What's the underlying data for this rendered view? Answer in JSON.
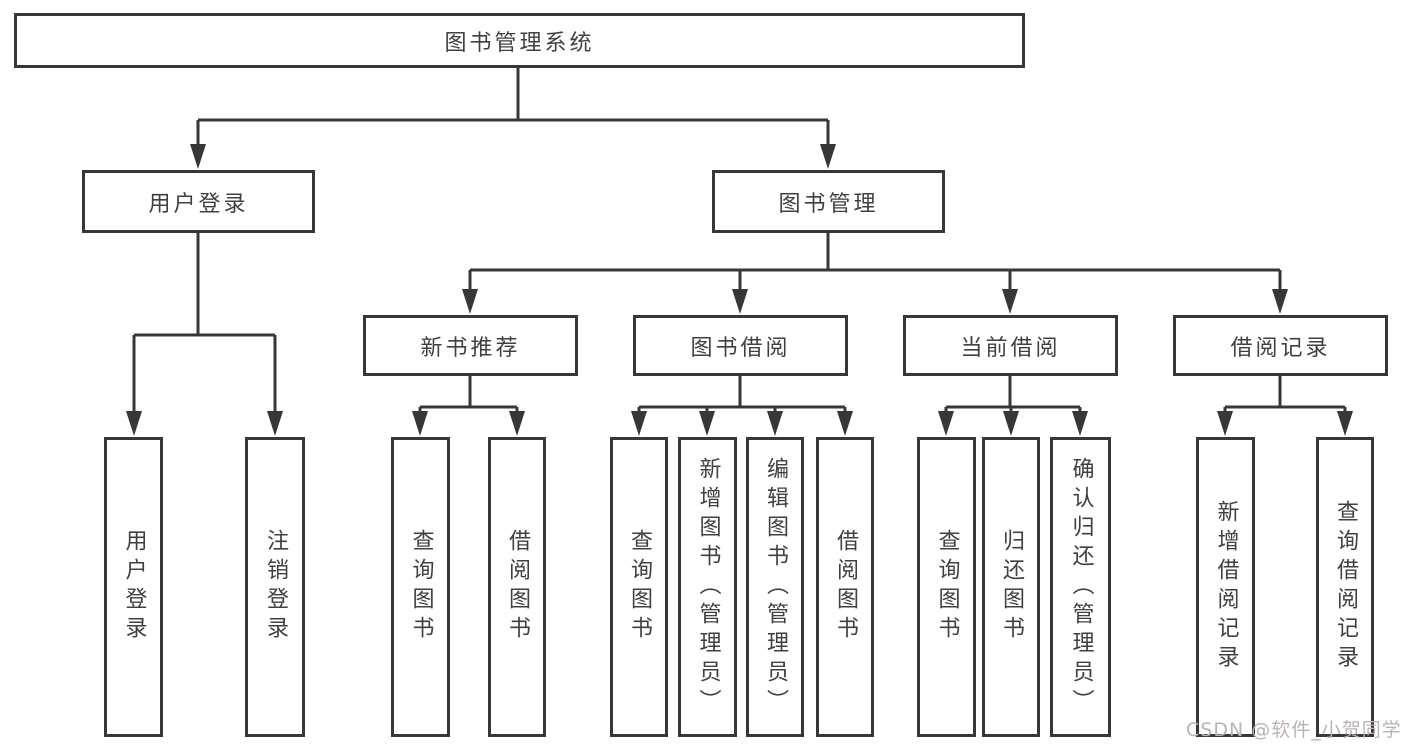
{
  "diagram": {
    "root": {
      "label": "图书管理系统"
    },
    "level2": [
      {
        "label": "用户登录"
      },
      {
        "label": "图书管理"
      }
    ],
    "level3": [
      {
        "label": "新书推荐",
        "parent": "图书管理"
      },
      {
        "label": "图书借阅",
        "parent": "图书管理"
      },
      {
        "label": "当前借阅",
        "parent": "图书管理"
      },
      {
        "label": "借阅记录",
        "parent": "图书管理"
      }
    ],
    "leaves": [
      {
        "label": "用户登录",
        "parent": "用户登录"
      },
      {
        "label": "注销登录",
        "parent": "用户登录"
      },
      {
        "label": "查询图书",
        "parent": "新书推荐"
      },
      {
        "label": "借阅图书",
        "parent": "新书推荐"
      },
      {
        "label": "查询图书",
        "parent": "图书借阅"
      },
      {
        "label": "新增图书（管理员）",
        "parent": "图书借阅"
      },
      {
        "label": "编辑图书（管理员）",
        "parent": "图书借阅"
      },
      {
        "label": "借阅图书",
        "parent": "图书借阅"
      },
      {
        "label": "查询图书",
        "parent": "当前借阅"
      },
      {
        "label": "归还图书",
        "parent": "当前借阅"
      },
      {
        "label": "确认归还（管理员）",
        "parent": "当前借阅"
      },
      {
        "label": "新增借阅记录",
        "parent": "借阅记录"
      },
      {
        "label": "查询借阅记录",
        "parent": "借阅记录"
      }
    ]
  },
  "watermark": {
    "text": "CSDN @软件_小贺同学"
  },
  "colors": {
    "line": "#373737",
    "text": "#404040",
    "background": "#ffffff",
    "watermark": "#b9b3b3"
  }
}
